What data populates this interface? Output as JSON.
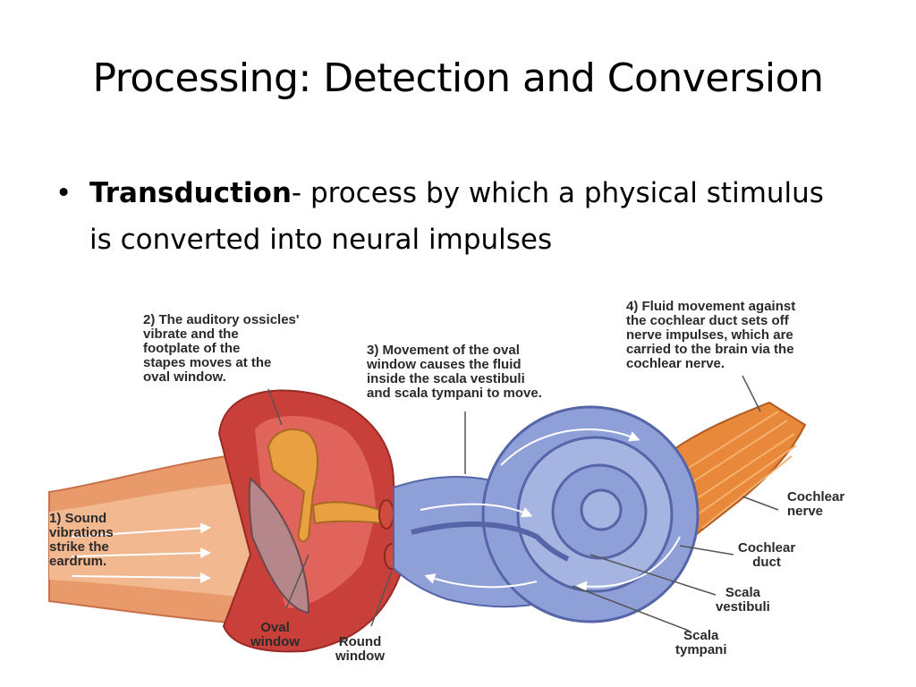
{
  "slide": {
    "title": "Processing: Detection and Conversion",
    "bullet": {
      "term": "Transduction",
      "definition": "- process by which a physical stimulus is converted into neural impulses"
    }
  },
  "diagram": {
    "steps": {
      "step1": "1) Sound\nvibrations\nstrike the\neardrum.",
      "step2": "2) The auditory ossicles'\nvibrate and the\nfootplate of the\nstapes moves at the\noval window.",
      "step3": "3) Movement of the oval\nwindow causes the fluid\ninside the scala vestibuli\nand scala tympani to move.",
      "step4": "4) Fluid movement against\nthe cochlear duct sets off\nnerve impulses, which are\ncarried to the brain via the\ncochlear nerve."
    },
    "parts": {
      "oval_window": "Oval\nwindow",
      "round_window": "Round\nwindow",
      "cochlear_nerve": "Cochlear\nnerve",
      "cochlear_duct": "Cochlear\nduct",
      "scala_vestibuli": "Scala\nvestibuli",
      "scala_tympani": "Scala\ntympani"
    },
    "colors": {
      "canal": "#e89a6a",
      "middle_ear": "#c9403a",
      "eardrum": "#b5868a",
      "ossicles": "#e8a040",
      "cochlea": "#8fa0d8",
      "cochlea_dark": "#5565a8",
      "nerve": "#e8883a"
    }
  }
}
